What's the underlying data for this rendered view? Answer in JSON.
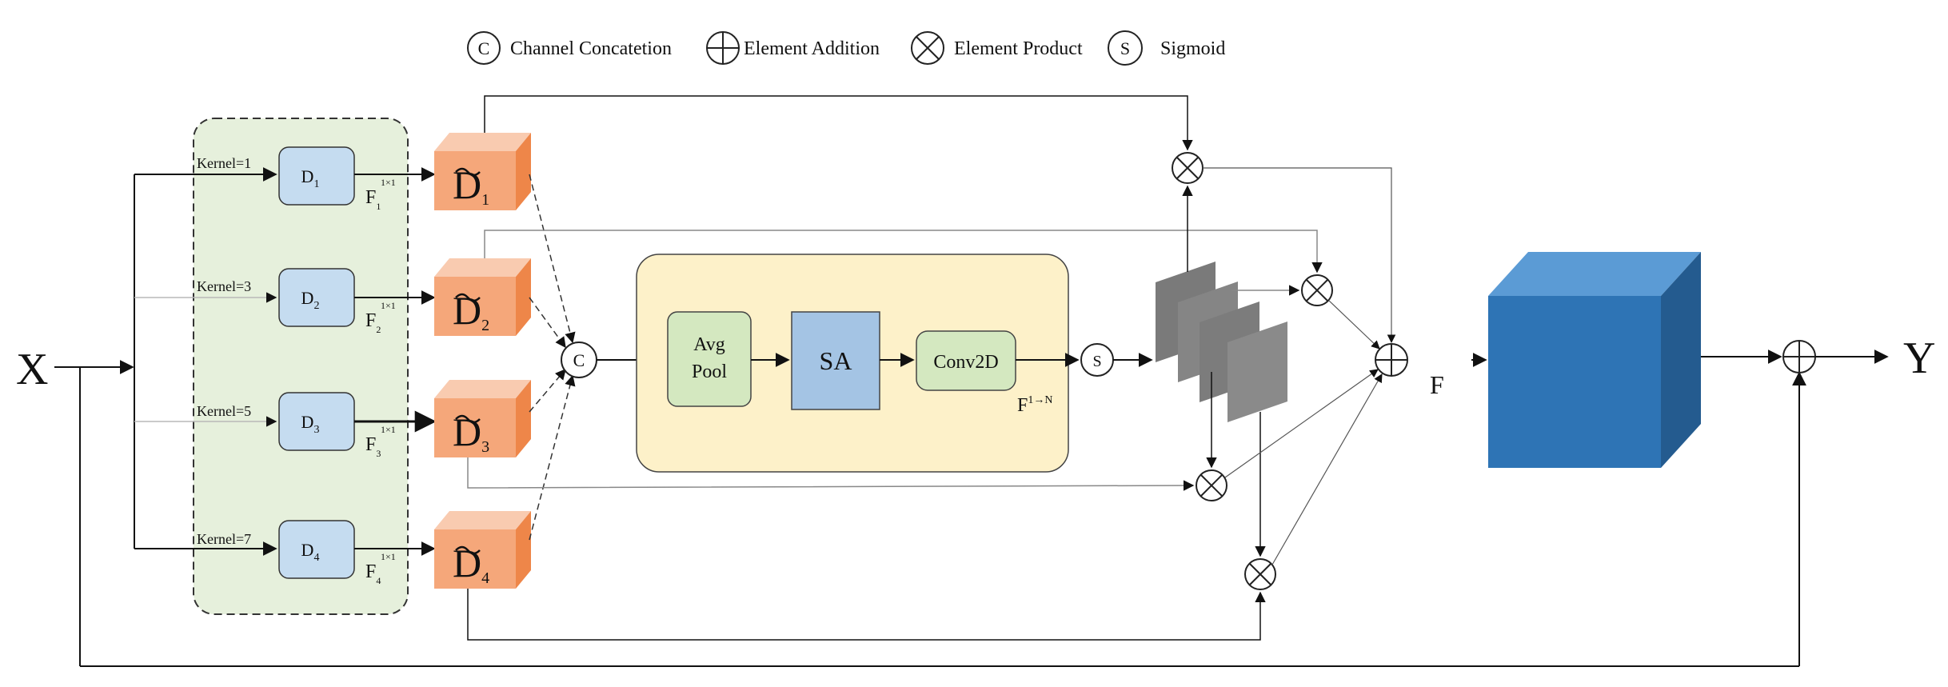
{
  "legend": {
    "concat_symbol": "C",
    "concat_label": "Channel Concatetion",
    "addition_label": "Element Addition",
    "product_label": "Element Product",
    "sigmoid_symbol": "S",
    "sigmoid_label": "Sigmoid"
  },
  "input_label": "X",
  "output_label": "Y",
  "branches": [
    {
      "kernel": "Kernel=1",
      "block_letter": "D",
      "block_sub": "1",
      "feat_base": "F",
      "feat_sub": "1",
      "feat_sup": "1×1",
      "cube_letter": "D",
      "cube_sub": "1"
    },
    {
      "kernel": "Kernel=3",
      "block_letter": "D",
      "block_sub": "2",
      "feat_base": "F",
      "feat_sub": "2",
      "feat_sup": "1×1",
      "cube_letter": "D",
      "cube_sub": "2"
    },
    {
      "kernel": "Kernel=5",
      "block_letter": "D",
      "block_sub": "3",
      "feat_base": "F",
      "feat_sub": "3",
      "feat_sup": "1×1",
      "cube_letter": "D",
      "cube_sub": "3"
    },
    {
      "kernel": "Kernel=7",
      "block_letter": "D",
      "block_sub": "4",
      "feat_base": "F",
      "feat_sub": "4",
      "feat_sup": "1×1",
      "cube_letter": "D",
      "cube_sub": "4"
    }
  ],
  "concat_node": "C",
  "attention": {
    "avgpool_line1": "Avg",
    "avgpool_line2": "Pool",
    "sa": "SA",
    "conv2d": "Conv2D",
    "output_base": "F",
    "output_sup": "1→N"
  },
  "sigmoid_node": "S",
  "fused_label": "F",
  "colors": {
    "kernel_panel": "#e6f0dc",
    "d_block": "#c5dcf0",
    "cube_front": "#f5a77a",
    "attention_panel": "#fdf1c9",
    "green_block": "#d4e8c0",
    "sa_block": "#a4c4e4",
    "blue_cube": "#2e74b5"
  }
}
